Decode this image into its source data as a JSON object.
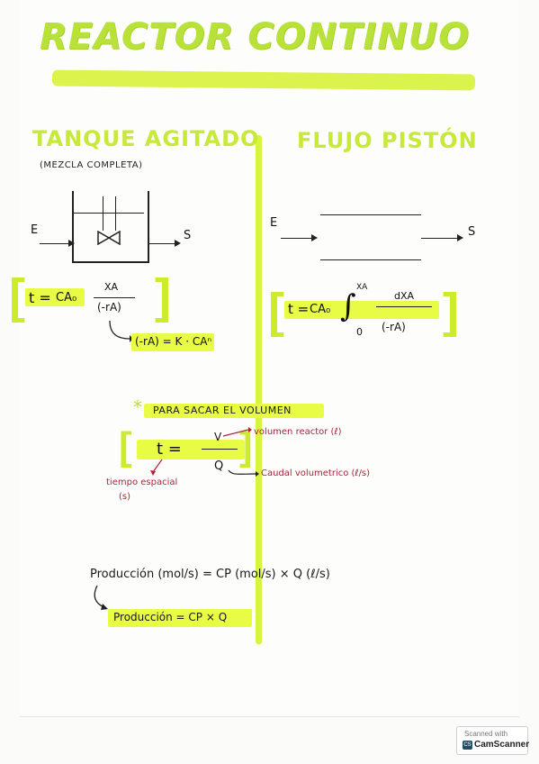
{
  "title": "REACTOR CONTINUO",
  "left": {
    "heading": "TANQUE AGITADO",
    "subheading": "(MEZCLA COMPLETA)",
    "diagram": {
      "inlet": "E",
      "outlet": "S"
    },
    "formula": {
      "lhs": "t =",
      "coef": "CA₀",
      "num": "XA",
      "den": "(-rA)"
    },
    "rate_law": "(-rA) = K · CAⁿ"
  },
  "right": {
    "heading": "FLUJO PISTÓN",
    "diagram": {
      "inlet": "E",
      "outlet": "S"
    },
    "formula": {
      "lhs": "t =",
      "coef": "CA₀",
      "upper": "XA",
      "lower": "0",
      "num": "dXA",
      "den": "(-rA)"
    }
  },
  "volume": {
    "heading": "PARA SACAR EL VOLUMEN",
    "formula": {
      "lhs": "t =",
      "num": "V",
      "den": "Q"
    },
    "note_v": "volumen reactor (ℓ)",
    "note_q": "Caudal volumetrico (ℓ/s)",
    "note_t": "tiempo espacial",
    "note_t_unit": "(s)"
  },
  "production": {
    "line1": "Producción (mol/s) = CP (mol/s) × Q (ℓ/s)",
    "line2": "Producción = CP × Q"
  },
  "watermark": {
    "line1": "Scanned with",
    "brand": "CamScanner",
    "logo": "CS"
  }
}
